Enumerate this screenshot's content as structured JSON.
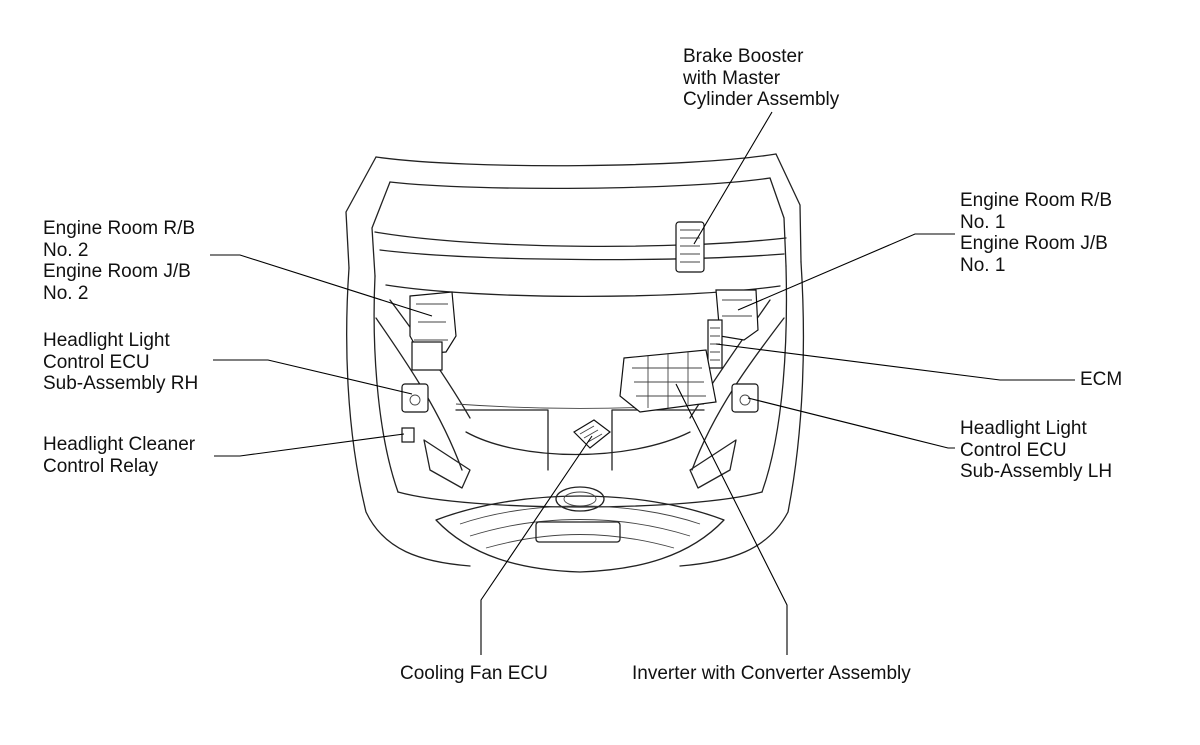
{
  "labels": {
    "brake_booster": [
      "Brake Booster",
      "with Master",
      "Cylinder Assembly"
    ],
    "engine_room_left": [
      "Engine Room R/B",
      "No. 2",
      "Engine Room J/B",
      "No. 2"
    ],
    "engine_room_right": [
      "Engine Room R/B",
      "No. 1",
      "Engine Room J/B",
      "No. 1"
    ],
    "headlight_ecu_rh": [
      "Headlight Light",
      "Control ECU",
      "Sub-Assembly RH"
    ],
    "ecm": [
      "ECM"
    ],
    "headlight_cleaner": [
      "Headlight Cleaner",
      "Control Relay"
    ],
    "headlight_ecu_lh": [
      "Headlight Light",
      "Control ECU",
      "Sub-Assembly LH"
    ],
    "cooling_fan": [
      "Cooling Fan ECU"
    ],
    "inverter": [
      "Inverter with Converter Assembly"
    ]
  }
}
